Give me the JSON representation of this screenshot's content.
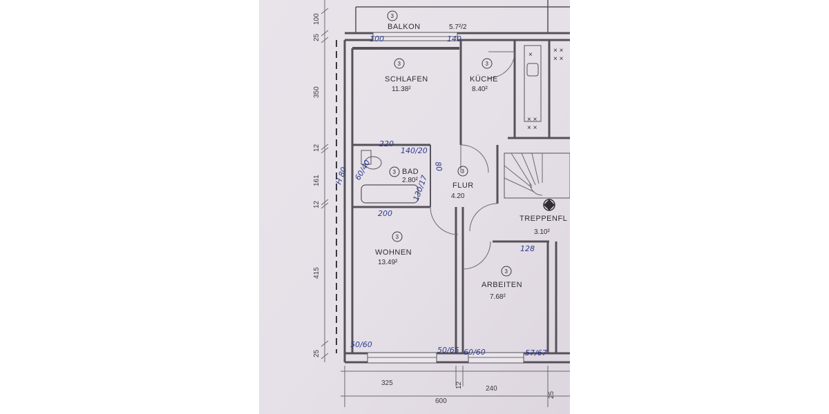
{
  "rooms": {
    "balkon": {
      "name": "BALKON",
      "area": "5.7²/2",
      "level": "3"
    },
    "schlafen": {
      "name": "SCHLAFEN",
      "area": "11.38²",
      "level": "3"
    },
    "kueche": {
      "name": "KÜCHE",
      "area": "8.40²",
      "level": "3"
    },
    "bad": {
      "name": "BAD",
      "area": "2.80²",
      "level": "3"
    },
    "flur": {
      "name": "FLUR",
      "area": "4.20",
      "level": "3"
    },
    "treppenflur": {
      "name": "TREPPENFL",
      "area": "3.10²"
    },
    "wohnen": {
      "name": "WOHNEN",
      "area": "13.49²",
      "level": "3"
    },
    "arbeiten": {
      "name": "ARBEITEN",
      "area": "7.68²",
      "level": "3"
    }
  },
  "dimensions": {
    "left": [
      "100",
      "25",
      "350",
      "12",
      "161",
      "12",
      "415",
      "25"
    ],
    "bottom": [
      "325",
      "12",
      "240",
      "25",
      "600"
    ]
  },
  "handwritten": {
    "schlafen_window": "100",
    "kueche_window": "140",
    "bad_top": "220",
    "bad_top_right": "140/20",
    "bad_right": "80",
    "bad_left": "H 80",
    "bad_left2": "60/40",
    "bad_bottom": "200",
    "bad_door": "130/17",
    "treppen": "128",
    "wohnen_window": "50/60",
    "wohnen_window2": "50/65",
    "arbeiten_window": "60/60",
    "arbeiten_window2": "57/67"
  }
}
